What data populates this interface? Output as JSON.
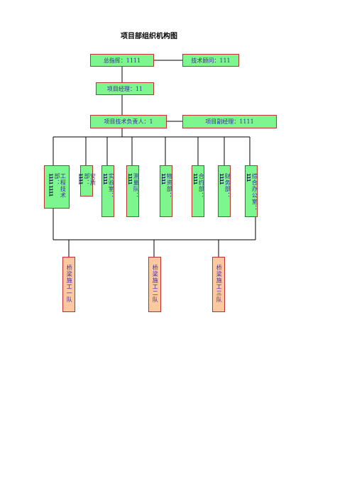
{
  "title": "项目部组织机构图",
  "top": {
    "commander": "总指挥：1111",
    "advisor": "技术顾问：111",
    "manager": "项目经理：11",
    "tech_lead": "项目技术负责人：1",
    "deputy_manager": "项目副经理：1111"
  },
  "departments": [
    {
      "label": "工程技术部：",
      "value": "1111 1111"
    },
    {
      "label": "安质部：",
      "value": "1111"
    },
    {
      "label": "实验室：",
      "value": "1111"
    },
    {
      "label": "测量队：",
      "value": "1111"
    },
    {
      "label": "物资部：",
      "value": "1111"
    },
    {
      "label": "合约部：",
      "value": "1111"
    },
    {
      "label": "财务部：",
      "value": "1111"
    },
    {
      "label": "综合办公室：",
      "value": "111"
    }
  ],
  "teams": [
    {
      "label": "桥梁施工一队"
    },
    {
      "label": "桥梁施工二队"
    },
    {
      "label": "桥梁施工三队"
    }
  ],
  "colors": {
    "box_fill": "#7df78d",
    "team_fill": "#fcc8a0",
    "border": "#c03030",
    "text": "#3a2aa0"
  }
}
